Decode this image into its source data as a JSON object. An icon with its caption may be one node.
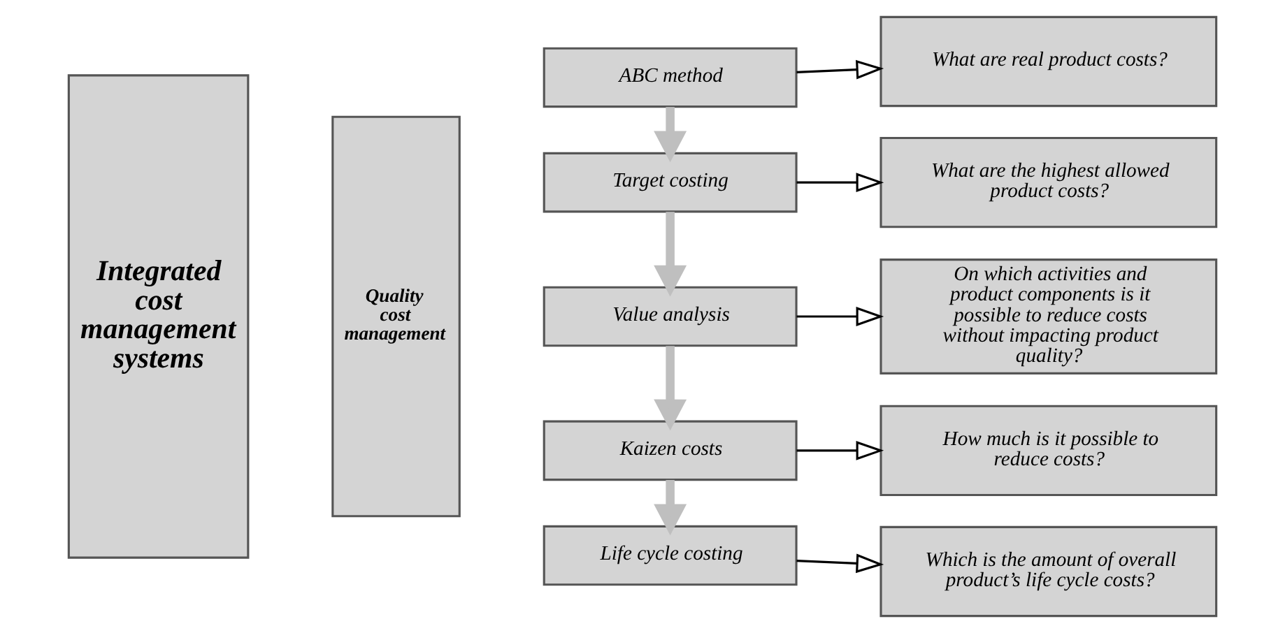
{
  "diagram": {
    "nodes": [
      {
        "text": [
          "Integrated cost management systems"
        ]
      },
      {
        "text": [
          "Quality cost management"
        ]
      },
      {
        "text": [
          "ABC method"
        ]
      },
      {
        "text": [
          "Target costing"
        ]
      },
      {
        "text": [
          "Value analysis"
        ]
      },
      {
        "text": [
          "Kaizen costs"
        ]
      },
      {
        "text": [
          "Life cycle costing"
        ]
      },
      {
        "text": [
          "What are real product costs?"
        ]
      },
      {
        "text": [
          "What are the highest allowed product costs?"
        ]
      },
      {
        "text": [
          "On which activities and product components is it possible to reduce costs without impacting product quality?"
        ]
      },
      {
        "text": [
          "How much is it possible to reduce costs?"
        ]
      },
      {
        "text": [
          "Which is the amount of overall product’s life cycle costs?"
        ]
      }
    ],
    "edges": [
      {
        "from": 2,
        "to": 3,
        "arrow": "to",
        "color": "#bfbfbf",
        "style": "thick"
      },
      {
        "from": 3,
        "to": 4,
        "arrow": "to",
        "color": "#bfbfbf",
        "style": "thick"
      },
      {
        "from": 4,
        "to": 5,
        "arrow": "to",
        "color": "#bfbfbf",
        "style": "thick"
      },
      {
        "from": 5,
        "to": 6,
        "arrow": "to",
        "color": "#bfbfbf",
        "style": "thick"
      },
      {
        "from": 2,
        "to": 7,
        "arrow": "to"
      },
      {
        "from": 3,
        "to": 8,
        "arrow": "to"
      },
      {
        "from": 4,
        "to": 9,
        "arrow": "to"
      },
      {
        "from": 5,
        "to": 10,
        "arrow": "to"
      },
      {
        "from": 6,
        "to": 11,
        "arrow": "to"
      }
    ]
  }
}
